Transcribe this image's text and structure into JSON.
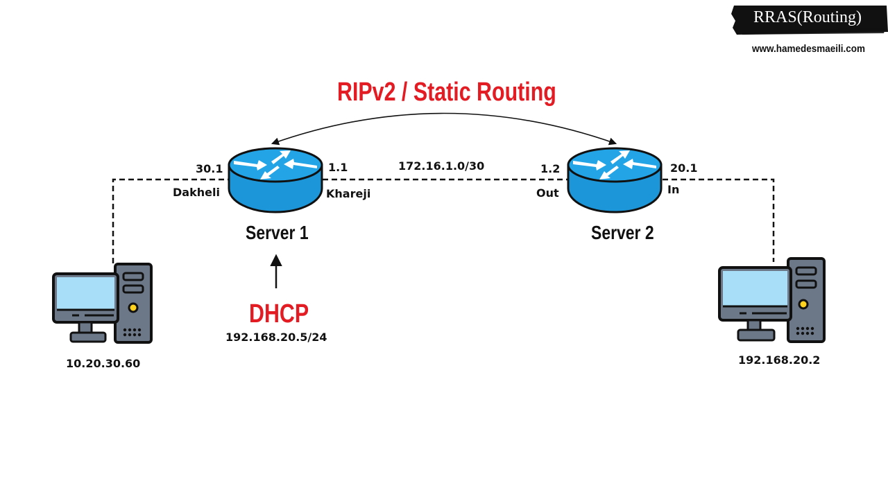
{
  "badge": {
    "title": "RRAS(Routing)",
    "website": "www.hamedesmaeili.com"
  },
  "protocol": {
    "title": "RIPv2 / Static Routing"
  },
  "link": {
    "subnet": "172.16.1.0/30"
  },
  "server1": {
    "name": "Server 1",
    "left_ip": "30.1",
    "left_iface": "Dakheli",
    "right_ip": "1.1",
    "right_iface": "Khareji"
  },
  "server2": {
    "name": "Server 2",
    "left_ip": "1.2",
    "left_iface": "Out",
    "right_ip": "20.1",
    "right_iface": "In"
  },
  "dhcp": {
    "label": "DHCP",
    "address": "192.168.20.5/24"
  },
  "client_left": {
    "ip": "10.20.30.60"
  },
  "client_right": {
    "ip": "192.168.20.2"
  },
  "colors": {
    "accent_red": "#E31B23",
    "router_blue": "#1C96D8",
    "router_top": "#22A4E6",
    "screen_blue": "#A8DEF7",
    "device_gray": "#6C7788",
    "badge_black": "#111111"
  },
  "icons": {
    "router": "router-icon",
    "computer": "desktop-computer-icon"
  }
}
